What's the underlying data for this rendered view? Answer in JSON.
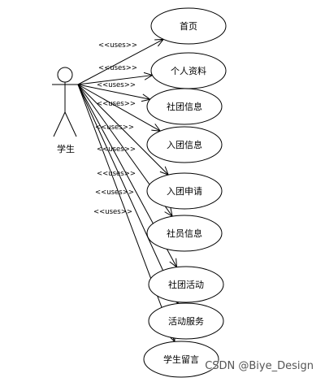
{
  "actor": {
    "name": "学生"
  },
  "stereotype": "<<uses>>",
  "use_cases": [
    {
      "label": "首页"
    },
    {
      "label": "个人资料"
    },
    {
      "label": "社团信息"
    },
    {
      "label": "入团信息"
    },
    {
      "label": "入团申请"
    },
    {
      "label": "社员信息"
    },
    {
      "label": "社团活动"
    },
    {
      "label": "活动服务"
    },
    {
      "label": "学生留言"
    }
  ],
  "watermark": "CSDN @Biye_Design"
}
